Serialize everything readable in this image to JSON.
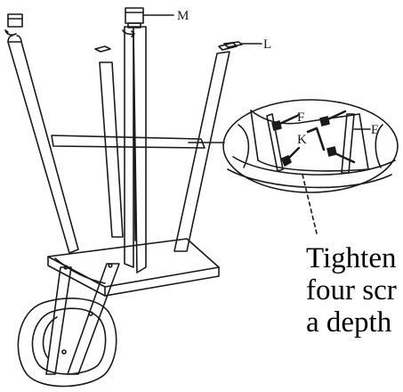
{
  "labels": {
    "M": "M",
    "L": "L",
    "F": "F",
    "E": "E",
    "K": "K"
  },
  "instruction": {
    "line1": "Tighten",
    "line2": "four scr",
    "line3": "a depth"
  },
  "colors": {
    "ink": "#1a1a1a",
    "background": "#ffffff"
  }
}
